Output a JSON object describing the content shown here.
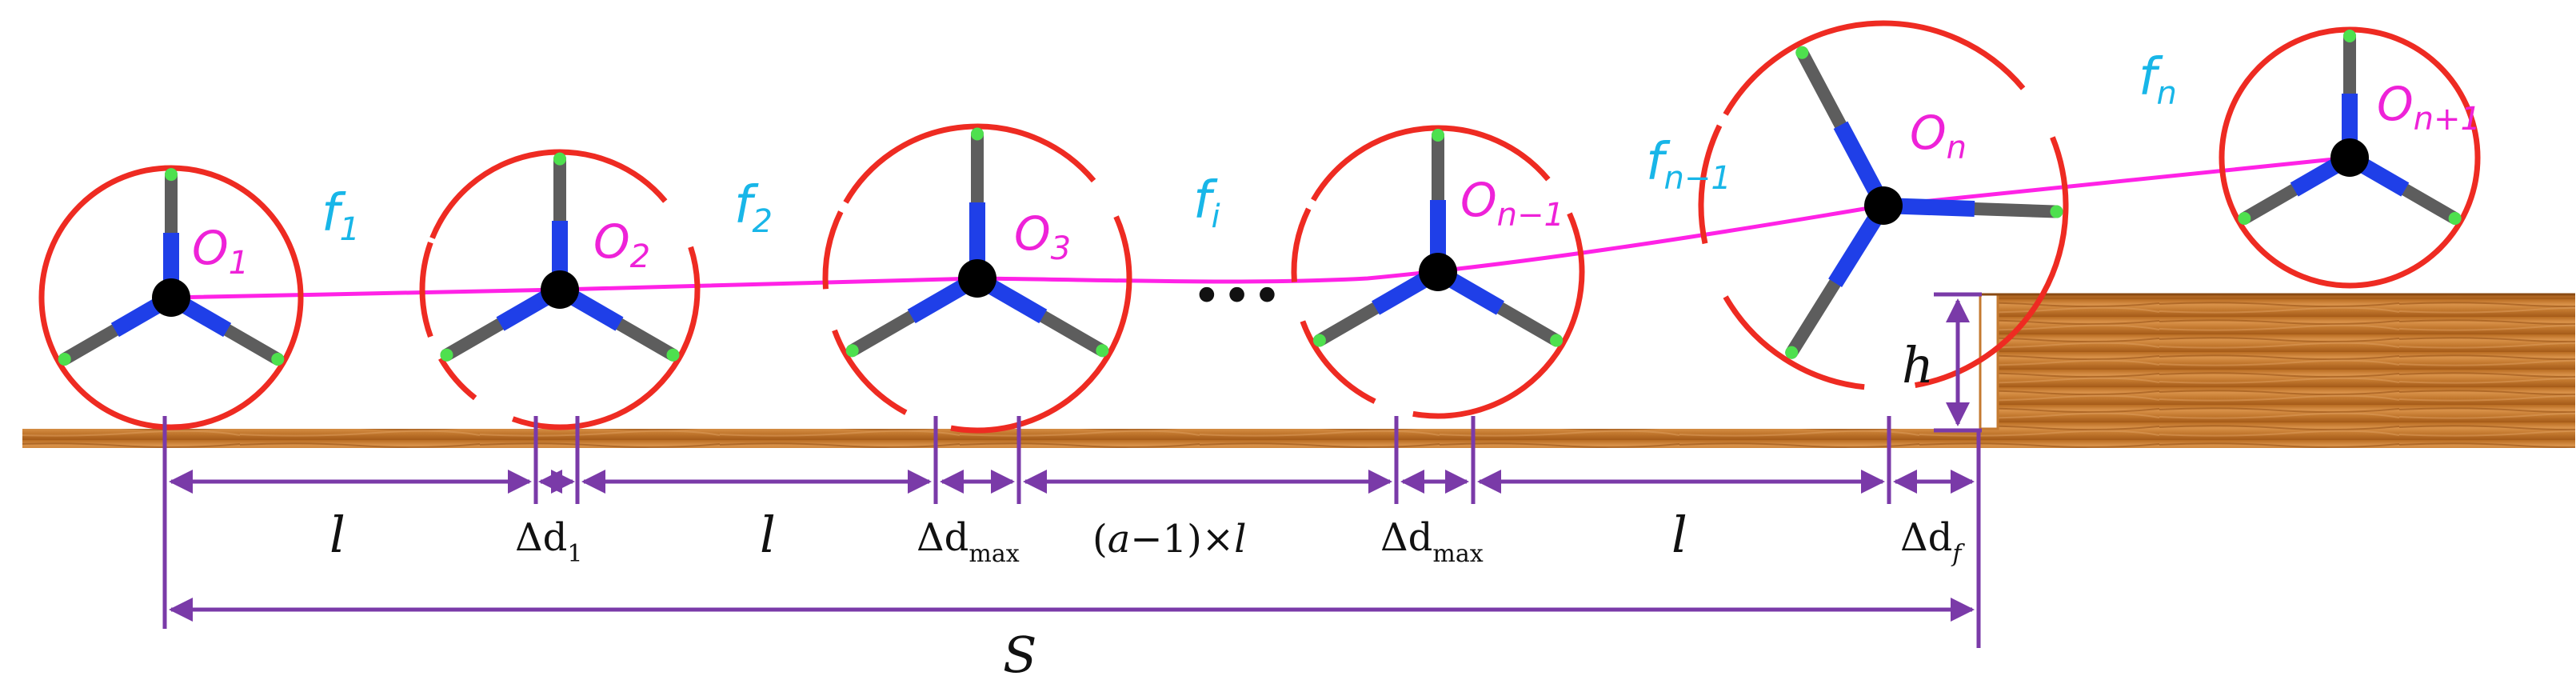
{
  "colors": {
    "rim": "#ee2b22",
    "hub": "#000000",
    "spoke_outer": "#5d5d5d",
    "spoke_inner": "#1f3fe8",
    "tip": "#4ee04e",
    "path": "#ff22e6",
    "label_f": "#18b6e8",
    "label_o": "#ee22d8",
    "dimension": "#7a3aa8",
    "wood_light": "#d08a3c",
    "wood_dark": "#a8601c"
  },
  "wheels": [
    {
      "label_base": "O",
      "label_sub": "1"
    },
    {
      "label_base": "O",
      "label_sub": "2"
    },
    {
      "label_base": "O",
      "label_sub": "3"
    },
    {
      "label_base": "O",
      "label_sub": "n−1"
    },
    {
      "label_base": "O",
      "label_sub": "n"
    },
    {
      "label_base": "O",
      "label_sub": "n+1"
    }
  ],
  "forces": [
    {
      "base": "f",
      "sub": "1"
    },
    {
      "base": "f",
      "sub": "2"
    },
    {
      "base": "f",
      "sub": "i"
    },
    {
      "base": "f",
      "sub": "n−1"
    },
    {
      "base": "f",
      "sub": "n"
    }
  ],
  "ellipsis": "•••",
  "step_height_label": "h",
  "dimensions": {
    "l_1": "l",
    "l_2": "l",
    "l_3": "l",
    "delta_d1": {
      "base": "Δd",
      "sub": "1"
    },
    "delta_dmax_1": {
      "base": "Δd",
      "sub": "max"
    },
    "delta_dmax_2": {
      "base": "Δd",
      "sub": "max"
    },
    "delta_df": {
      "base": "Δd",
      "sub": "f"
    },
    "multi_l": {
      "pre": "(",
      "a": "a",
      "mid": "−1)×",
      "l": "l"
    },
    "total": "S"
  }
}
